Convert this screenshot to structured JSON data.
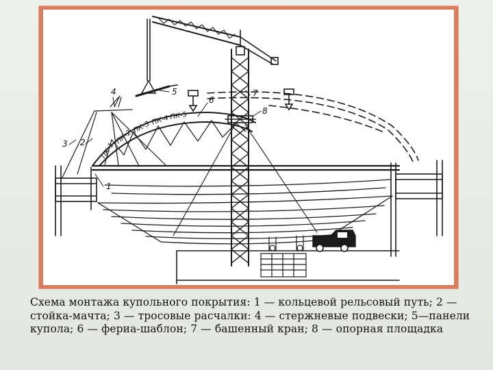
{
  "figure": {
    "labels": {
      "n1": "1",
      "n2": "2",
      "n3": "3",
      "n4": "4",
      "n5": "5",
      "n6": "6",
      "n7": "7",
      "n8": "8"
    },
    "panel_tags": [
      "ПК-1",
      "ПК-2",
      "ПК-3",
      "ПК-4",
      "ПК-5"
    ]
  },
  "caption": {
    "line1": "Схема монтажа купольного покрытия: 1 — кольцевой рельсовый путь; 2 —",
    "line2": "стойка-мачта; 3 — тросовые расчалки: 4 — стержневые подвески; 5—панели",
    "line3": "купола; 6 — фериа-шаблон; 7 — башенный кран; 8 — опорная площадка"
  }
}
